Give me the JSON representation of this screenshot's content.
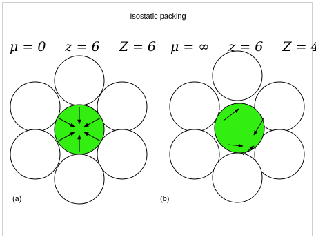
{
  "title": "Isostatic packing",
  "panels": [
    {
      "label": "(a)",
      "mu": "μ = 0",
      "z": "z = 6",
      "Z": "Z = 6",
      "center_color": "#33ee11"
    },
    {
      "label": "(b)",
      "mu": "μ = ∞",
      "z": "z = 6",
      "Z": "Z = 4",
      "center_color": "#33ee11"
    }
  ],
  "colors": {
    "outline": "#000000",
    "background": "#ffffff",
    "frame": "#cfcfcf"
  }
}
